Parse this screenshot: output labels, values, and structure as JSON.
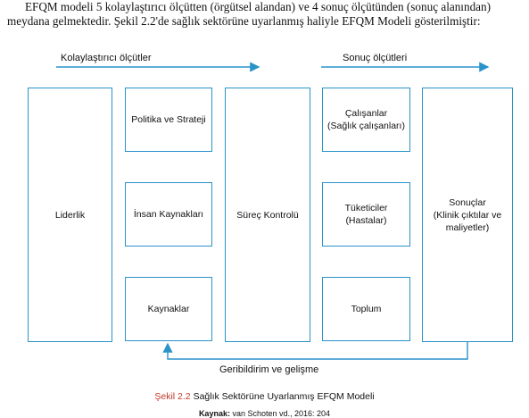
{
  "paragraph": {
    "line1": "EFQM modeli 5 kolaylaştırıcı ölçütten (örgütsel alandan) ve 4 sonuç ölçütünden (sonuç alanından)",
    "line2": "meydana gelmektedir. Şekil 2.2'de sağlık sektörüne uyarlanmış haliyle EFQM Modeli gösterilmiştir:"
  },
  "diagram": {
    "enablers_label": "Kolaylaştırıcı ölçütler",
    "results_label": "Sonuç ölçütleri",
    "feedback_label": "Geribildirim ve gelişme",
    "boxes": {
      "leadership": "Liderlik",
      "policy": "Politika ve Strateji",
      "people": "İnsan Kaynakları",
      "resources": "Kaynaklar",
      "process": "Süreç Kontrolü",
      "employees": "Çalışanlar\n(Sağlık çalışanları)",
      "customers": "Tüketiciler\n(Hastalar)",
      "society": "Toplum",
      "results": "Sonuçlar\n(Klinik çıktılar ve\nmaliyetler)"
    },
    "accent_color": "#2a93c9"
  },
  "caption": {
    "figure_label": "Şekil 2.2",
    "text": "Sağlık Sektörüne Uyarlanmış EFQM Modeli"
  },
  "source": {
    "label": "Kaynak:",
    "text": "van Schoten vd., 2016: 204"
  }
}
